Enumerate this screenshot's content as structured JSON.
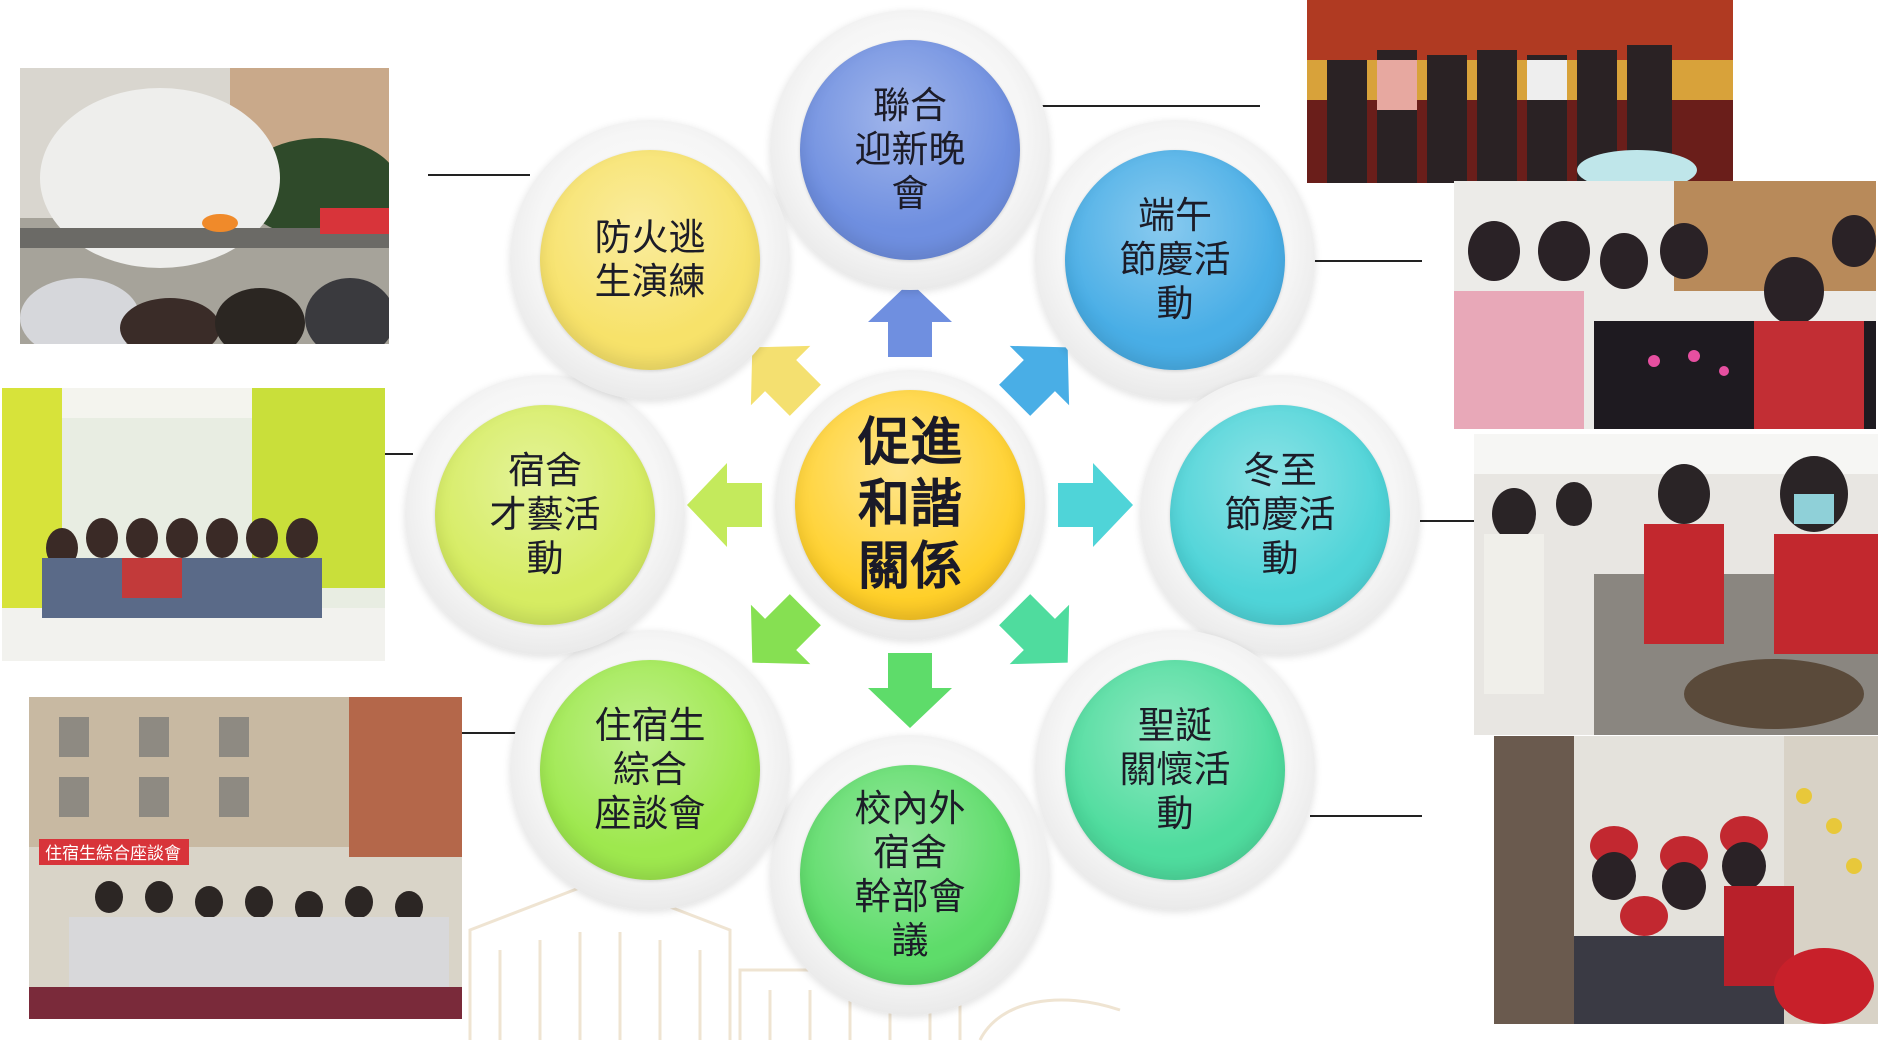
{
  "diagram": {
    "center": {
      "label": "促進\n和諧\n關係",
      "color": "#ffd02a"
    },
    "nodes": [
      {
        "id": "welcome-party",
        "label": "聯合\n迎新晚\n會",
        "color": "#6f8fe0"
      },
      {
        "id": "dragon-boat",
        "label": "端午\n節慶活\n動",
        "color": "#49aee6"
      },
      {
        "id": "winter-solstice",
        "label": "冬至\n節慶活\n動",
        "color": "#4fd4d8"
      },
      {
        "id": "christmas",
        "label": "聖誕\n關懷活\n動",
        "color": "#4fdc9e"
      },
      {
        "id": "cadre-meeting",
        "label": "校內外\n宿舍\n幹部會\n議",
        "color": "#5edc6a"
      },
      {
        "id": "resident-forum",
        "label": "住宿生\n綜合\n座談會",
        "color": "#9ee84e"
      },
      {
        "id": "talent-show",
        "label": "宿舍\n才藝活\n動",
        "color": "#d6ec62"
      },
      {
        "id": "fire-drill",
        "label": "防火逃\n生演練",
        "color": "#f7e26a"
      }
    ],
    "arrow_colors": {
      "up": "#6f8fe0",
      "up-right": "#49aee6",
      "right": "#4fd4d8",
      "down-right": "#4fdc9e",
      "down": "#5edc6a",
      "down-left": "#86e052",
      "left": "#c4ea5c",
      "up-left": "#f4e070"
    },
    "photos": [
      {
        "name": "fire-drill-photo",
        "banner_text": ""
      },
      {
        "name": "talent-show-photo",
        "banner_text": ""
      },
      {
        "name": "resident-forum-photo",
        "banner_text": "住宿生綜合座談會"
      },
      {
        "name": "welcome-party-photo",
        "banner_text": ""
      },
      {
        "name": "dragon-boat-photo",
        "banner_text": ""
      },
      {
        "name": "winter-solstice-photo",
        "banner_text": ""
      },
      {
        "name": "christmas-photo",
        "banner_text": ""
      }
    ]
  }
}
